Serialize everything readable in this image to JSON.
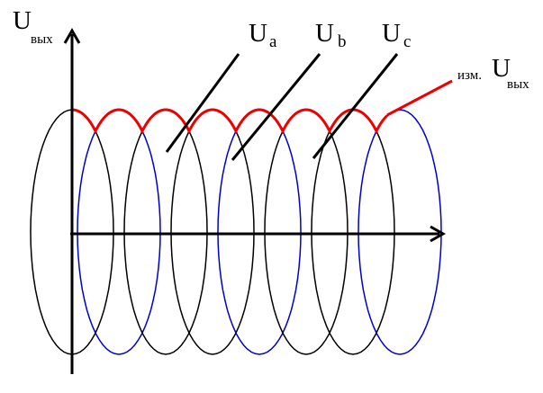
{
  "labels": {
    "y_axis_main": "U",
    "y_axis_sub": "вых",
    "phase_a_main": "U",
    "phase_a_sub": "a",
    "phase_b_main": "U",
    "phase_b_sub": "b",
    "phase_c_main": "U",
    "phase_c_sub": "c",
    "output_prefix": "изм.",
    "output_main": "U",
    "output_sub": "вых"
  },
  "colors": {
    "axis": "#000000",
    "phase_black": "#000000",
    "phase_blue": "#0000cc",
    "envelope": "#ee0000",
    "pointer_lines": "#000000",
    "output_pointer": "#ee0000"
  },
  "chart_data": {
    "type": "line",
    "series": [
      {
        "color": "#000000",
        "phase_deg": 0
      },
      {
        "color": "#0000cc",
        "phase_deg": 120
      },
      {
        "color": "#000000",
        "phase_deg": 240
      }
    ],
    "rectified": true,
    "periods_shown": 4,
    "envelope": "upper envelope of the rectified phase voltages"
  }
}
